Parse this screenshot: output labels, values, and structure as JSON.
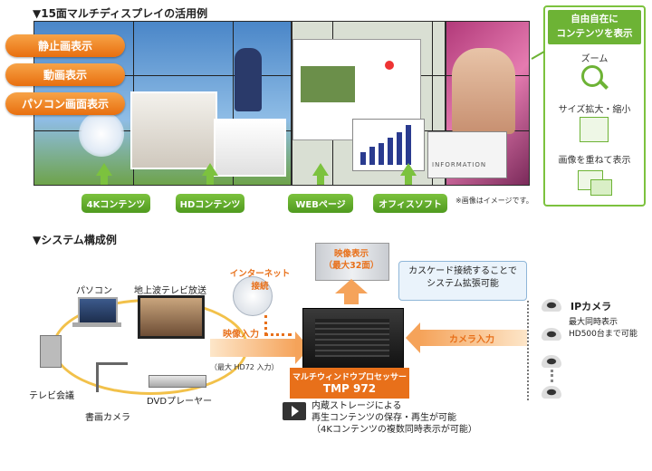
{
  "wall_section": {
    "title": "▼15面マルチディスプレイの活用例",
    "modes": [
      "静止画表示",
      "動画表示",
      "パソコン画面表示"
    ],
    "content_labels": [
      "4Kコンテンツ",
      "HDコンテンツ",
      "WEBページ",
      "オフィスソフト"
    ],
    "note": "※画像はイメージです。",
    "screen_text": "INFORMATION"
  },
  "feature_panel": {
    "heading": "自由自在に\nコンテンツを表示",
    "items": [
      "ズーム",
      "サイズ拡大・縮小",
      "画像を重ねて表示"
    ]
  },
  "system_section": {
    "title": "▼システム構成例",
    "sources": {
      "pc": "パソコン",
      "tv": "地上波テレビ放送",
      "conf": "テレビ会議",
      "doc_cam": "書画カメラ",
      "dvd": "DVDプレーヤー"
    },
    "video_input": "映像入力",
    "video_input_note": "（最大 HD72 入力）",
    "internet": "インターネット\n接続",
    "output": "映像表示\n（最大32面）",
    "cascade": "カスケード接続することで\nシステム拡張可能",
    "processor_name": "マルチウィンドウプロセッサー",
    "processor_model": "TMP 972",
    "camera_input": "カメラ入力",
    "ip_camera": "IPカメラ",
    "ip_camera_note": "最大同時表示\nHD500台まで可能",
    "storage_note": "内蔵ストレージによる\n再生コンテンツの保存・再生が可能\n（4Kコンテンツの複数同時表示が可能）"
  },
  "colors": {
    "orange": "#e8701a",
    "green": "#6db335",
    "blue_callout": "#eaf3fb"
  }
}
